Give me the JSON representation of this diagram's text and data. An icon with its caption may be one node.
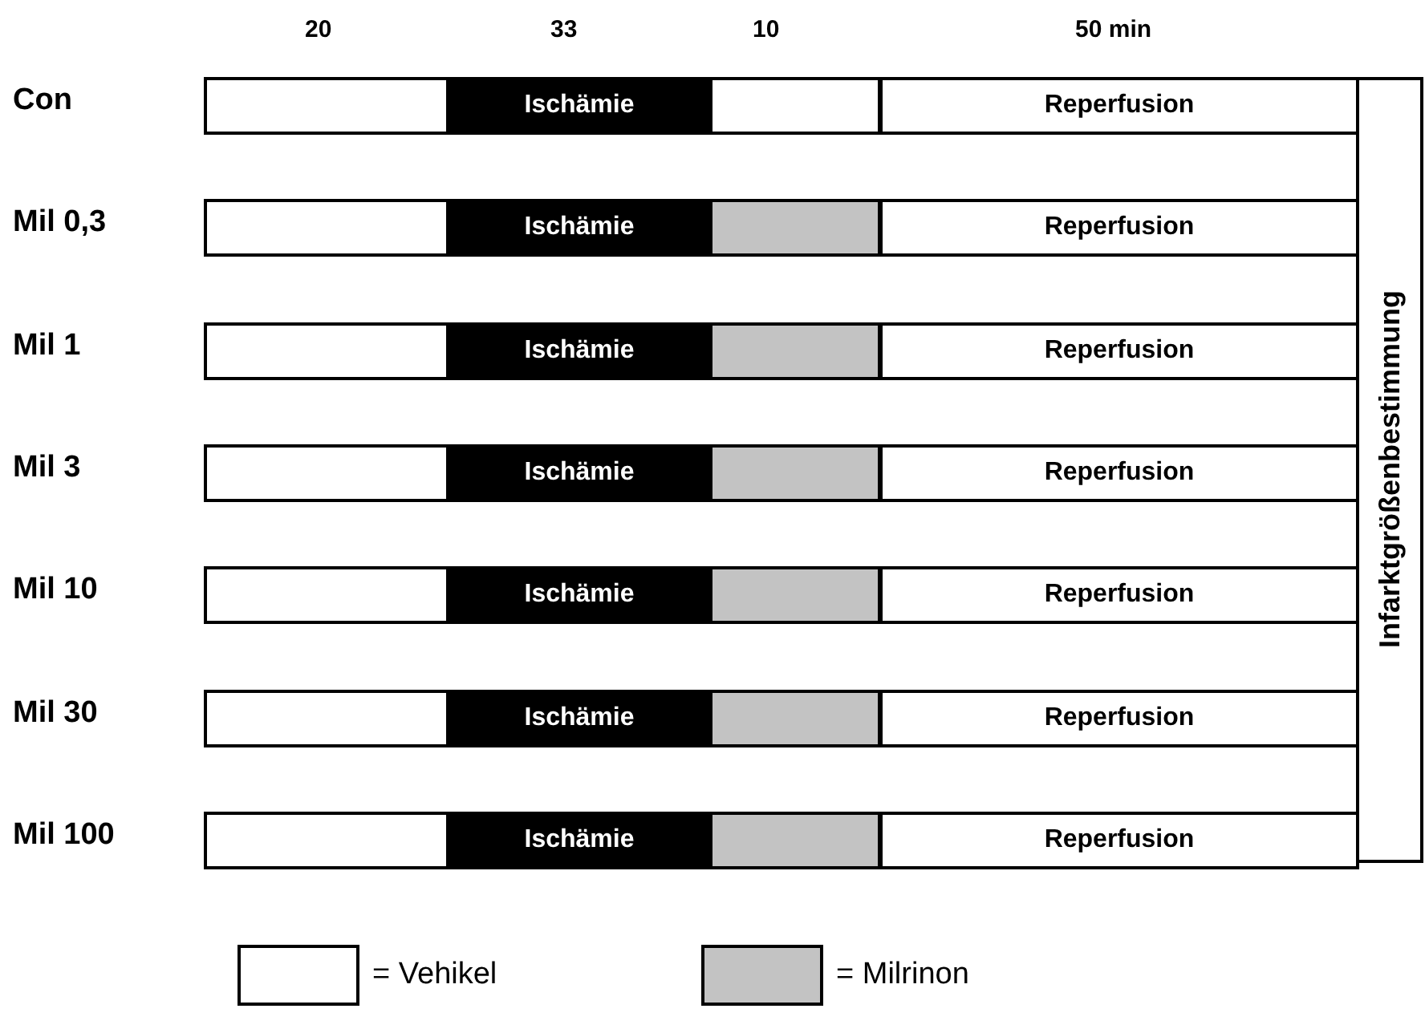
{
  "diagram": {
    "nodes": [
      {
        "text": [],
        "shape": "box"
      },
      {
        "text": [
          "Ischämie"
        ]
      },
      {
        "text": [],
        "shape": "box"
      },
      {
        "text": [
          "Reperfusion"
        ]
      },
      {
        "text": [],
        "shape": "box"
      },
      {
        "text": [
          "Ischämie"
        ]
      },
      {
        "text": [],
        "shape": "box"
      },
      {
        "text": [
          "Reperfusion"
        ]
      },
      {
        "text": [],
        "shape": "box"
      },
      {
        "text": [
          "Ischämie"
        ]
      },
      {
        "text": [],
        "shape": "box"
      },
      {
        "text": [
          "Reperfusion"
        ]
      },
      {
        "text": [],
        "shape": "box"
      },
      {
        "text": [
          "Ischämie"
        ]
      },
      {
        "text": [],
        "shape": "box"
      },
      {
        "text": [
          "Reperfusion"
        ]
      },
      {
        "text": [],
        "shape": "box"
      },
      {
        "text": [
          "Ischämie"
        ]
      },
      {
        "text": [],
        "shape": "box"
      },
      {
        "text": [
          "Reperfusion"
        ]
      },
      {
        "text": [],
        "shape": "box"
      },
      {
        "text": [
          "Ischämie"
        ]
      },
      {
        "text": [],
        "shape": "box"
      },
      {
        "text": [
          "Reperfusion"
        ]
      },
      {
        "text": [],
        "shape": "box"
      },
      {
        "text": [
          "Ischämie"
        ]
      },
      {
        "text": [],
        "shape": "box"
      },
      {
        "text": [
          "Reperfusion"
        ]
      },
      {
        "text": [
          "Infarktgrößenbestimmung"
        ]
      }
    ],
    "labels": [
      "20",
      "33",
      "10",
      "50 min",
      "Con",
      "Mil 0,3",
      "Mil 1",
      "Mil 3",
      "Mil 10",
      "Mil 30",
      "Mil 100"
    ],
    "legend": [
      {
        "text": "= Vehikel",
        "color": "#ffffff"
      },
      {
        "text": "= Milrinon",
        "color": "#c3c3c3"
      }
    ]
  }
}
